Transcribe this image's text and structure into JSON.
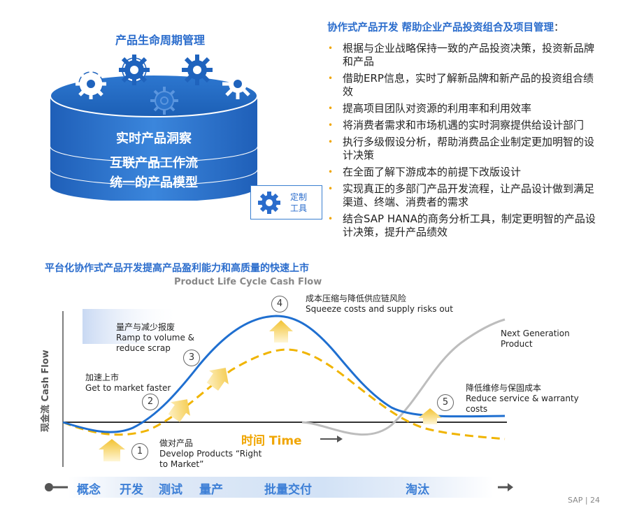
{
  "left_title": "产品生命周期管理",
  "cylinder_labels": [
    "实时产品洞察",
    "互联产品工作流",
    "统一的产品模型"
  ],
  "tool_box": {
    "line1": "定制",
    "line2": "工具"
  },
  "right_title": "协作式产品开发 帮助企业产品投资组合及项目管理",
  "right_title_colon": "：",
  "bullets": [
    "根据与企业战略保持一致的产品投资决策，投资新品牌和产品",
    "借助ERP信息，实时了解新品牌和新产品的投资组合绩效",
    "提高项目团队对资源的利用率和利用效率",
    "将消费者需求和市场机遇的实时洞察提供给设计部门",
    "执行多级假设分析，帮助消费品企业制定更加明智的设计决策",
    "在全面了解下游成本的前提下改版设计",
    "实现真正的多部门产品开发流程，让产品设计做到满足渠道、终端、消费者的需求",
    "结合SAP HANA的商务分析工具，制定更明智的产品设计决策，提升产品绩效"
  ],
  "bottom_title": "平台化协作式产品开发提高产品盈利能力和高质量的快速上市",
  "chart_title": "Product Life Cycle Cash Flow",
  "y_label": "现金流 Cash Flow",
  "x_label": "时间 Time",
  "steps": [
    {
      "num": "1",
      "cn": "做对产品",
      "en1": "Develop Products “Right",
      "en2": "to Market”"
    },
    {
      "num": "2",
      "cn": "加速上市",
      "en1": "Get to market faster",
      "en2": ""
    },
    {
      "num": "3",
      "cn": "量产与减少报废",
      "en1": "Ramp to volume &",
      "en2": "reduce scrap"
    },
    {
      "num": "4",
      "cn": "成本压缩与降低供应链风险",
      "en1": "Squeeze costs and supply risks out",
      "en2": ""
    },
    {
      "num": "5",
      "cn": "降低维修与保固成本",
      "en1": "Reduce service & warranty",
      "en2": "costs"
    }
  ],
  "next_gen": {
    "line1": "Next Generation",
    "line2": "Product"
  },
  "phases": [
    "概念",
    "开发",
    "测试",
    "量产",
    "批量交付",
    "淘汰"
  ],
  "footer": "SAP | 24",
  "colors": {
    "blue": "#2a6ccc",
    "orange": "#f0a500",
    "curve_blue": "#1f6fd0",
    "gray": "#bbbbbb"
  }
}
